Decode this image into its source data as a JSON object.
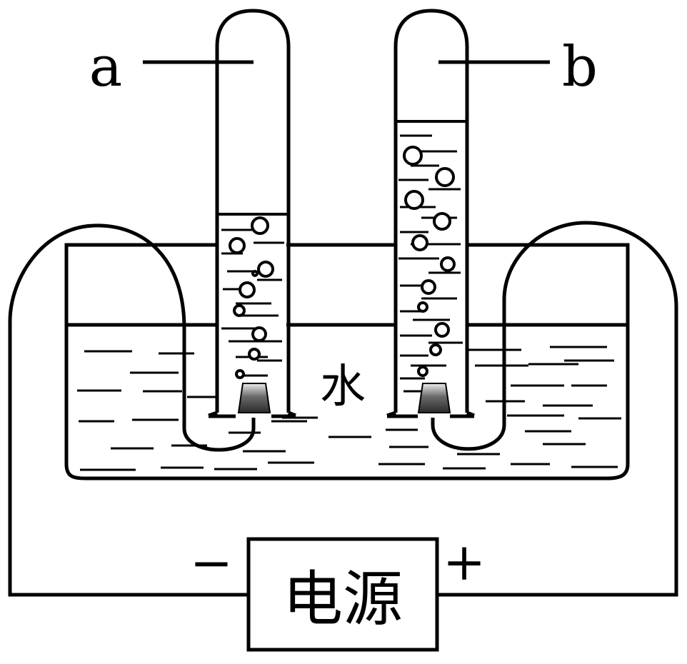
{
  "labels": {
    "tube_a": "a",
    "tube_b": "b",
    "water": "水",
    "power_source": "电源",
    "negative_terminal": "−",
    "positive_terminal": "+"
  },
  "colors": {
    "line": "#000000",
    "background": "#ffffff",
    "electrode_dark": "#333333",
    "electrode_light": "#e8e8e8"
  }
}
